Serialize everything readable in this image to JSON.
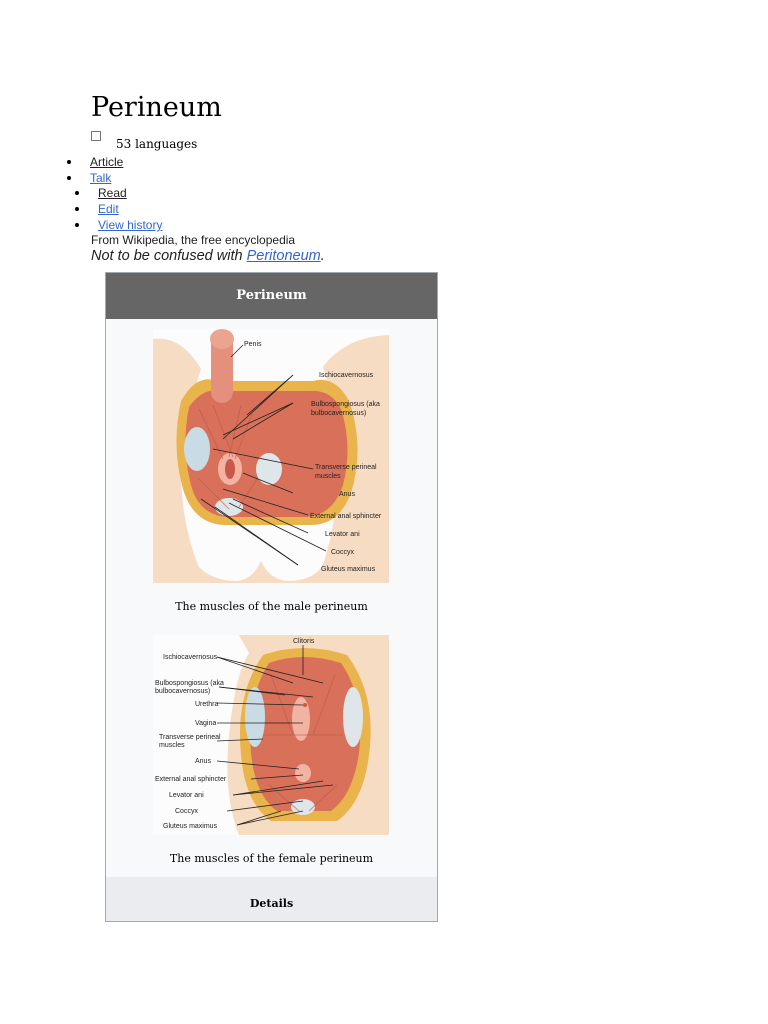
{
  "article": {
    "title": "Perineum",
    "languages_label": "53 languages"
  },
  "tabs": [
    {
      "label": "Article"
    },
    {
      "label": "Talk"
    }
  ],
  "actions": [
    {
      "label": "Read"
    },
    {
      "label": "Edit"
    },
    {
      "label": "View history"
    }
  ],
  "tagline": "From Wikipedia, the free encyclopedia",
  "hatnote": {
    "prefix": "Not to be confused with",
    "link": "Peritoneum",
    "suffix": "."
  },
  "infobox": {
    "title": "Perineum",
    "male_figure": {
      "caption": "The muscles of the male perineum",
      "labels": [
        "Penis",
        "Ischiocavernosus",
        "Bulbospongiosus (aka",
        "bulbocavernosus)",
        "Transverse perineal",
        "muscles",
        "Anus",
        "External anal sphincter",
        "Levator ani",
        "Coccyx",
        "Gluteus maximus"
      ]
    },
    "female_figure": {
      "caption": "The muscles of the female perineum",
      "labels": [
        "Clitoris",
        "Ischiocavernosus",
        "Bulbospongiosus (aka",
        "bulbocavernosus)",
        "Urethra",
        "Vagina",
        "Transverse perineal",
        "muscles",
        "Anus",
        "External anal sphincter",
        "Levator ani",
        "Coccyx",
        "Gluteus maximus"
      ]
    },
    "details_label": "Details"
  },
  "colors": {
    "link": "#3366cc",
    "infobox_header": "#666666",
    "muscle": "#d9705a",
    "skin": "#f6cfae",
    "fat": "#e9b44c"
  }
}
